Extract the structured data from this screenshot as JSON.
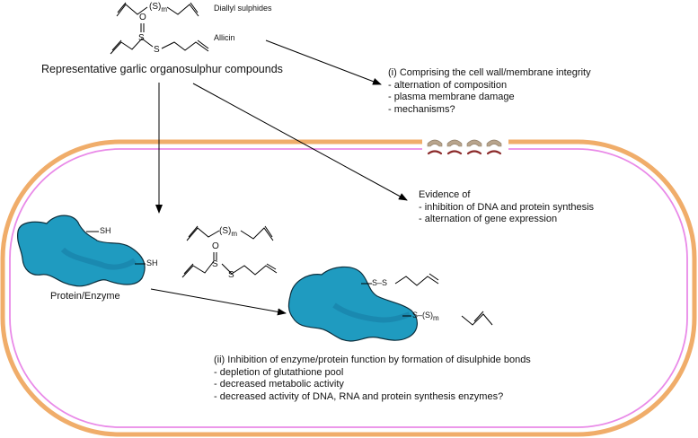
{
  "compounds": {
    "diallyl_sulphides": "Diallyl sulphides",
    "allicin": "Allicin",
    "caption": "Representative garlic organosulphur compounds",
    "s_m": "(S)",
    "m_sub": "m",
    "o_atom": "O",
    "s_atom": "S"
  },
  "mechanism_i": {
    "lines": [
      "(i) Comprising the cell wall/membrane integrity",
      "- alternation of composition",
      "- plasma membrane damage",
      "- mechanisms?"
    ]
  },
  "evidence": {
    "lines": [
      "Evidence of",
      "- inhibition of DNA and protein synthesis",
      "- alternation of gene expression"
    ]
  },
  "protein": {
    "label": "Protein/Enzyme",
    "sh": "SH"
  },
  "modified": {
    "s_s": "S–S",
    "s_sm": "S–(S)",
    "m_sub": "m"
  },
  "mechanism_ii": {
    "lines": [
      "(ii) Inhibition of enzyme/protein function by formation of disulphide bonds",
      "- depletion of glutathione pool",
      "- decreased metabolic activity",
      "- decreased activity of DNA, RNA and protein synthesis enzymes?"
    ]
  },
  "colors": {
    "cell_wall": "#f0ad6a",
    "membrane": "#e98ae8",
    "protein": "#1f9bc0",
    "protein_dark": "#1577a0",
    "pore_top": "#b8a48c",
    "pore_bottom": "#8b2a2a"
  }
}
